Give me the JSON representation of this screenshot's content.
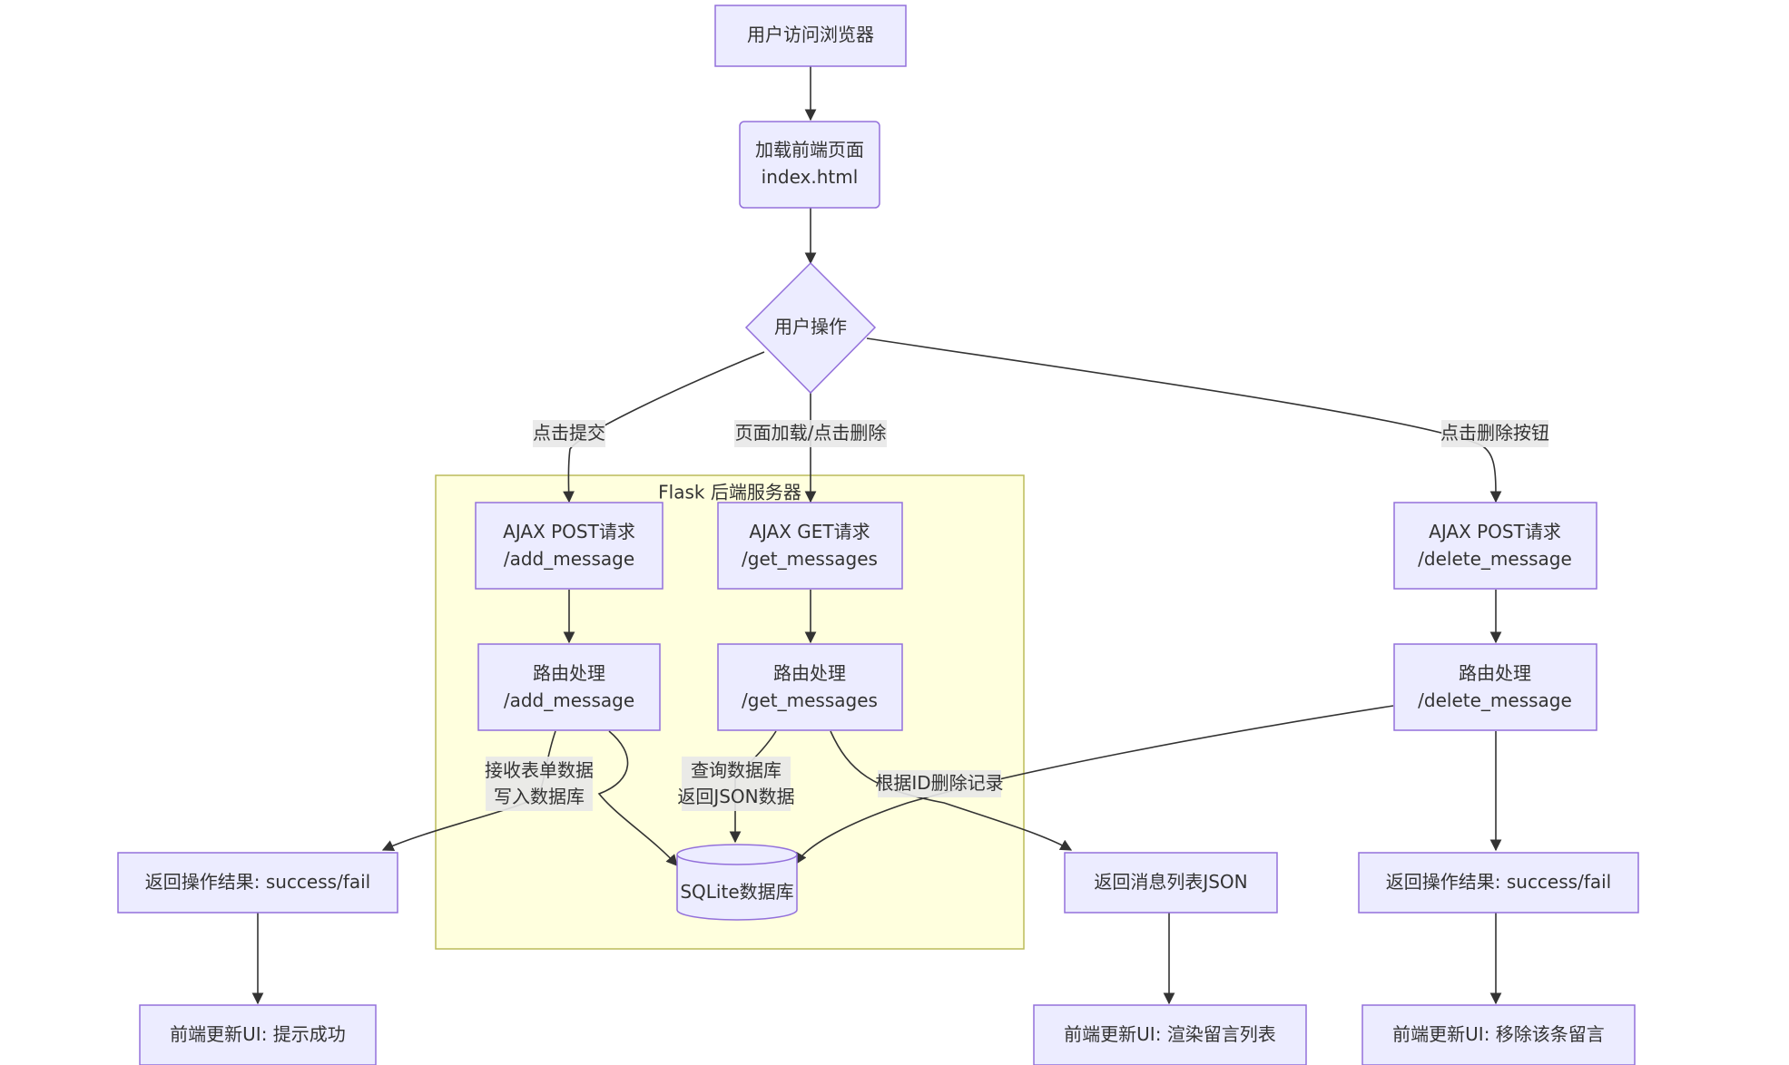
{
  "cluster": {
    "title": "Flask 后端服务器"
  },
  "nodes": {
    "start": {
      "lines": [
        "用户访问浏览器"
      ]
    },
    "load": {
      "lines": [
        "加载前端页面",
        "index.html"
      ]
    },
    "decision": {
      "lines": [
        "用户操作"
      ]
    },
    "post_add": {
      "lines": [
        "AJAX POST请求",
        "/add_message"
      ]
    },
    "get_msgs": {
      "lines": [
        "AJAX GET请求",
        "/get_messages"
      ]
    },
    "post_del": {
      "lines": [
        "AJAX POST请求",
        "/delete_message"
      ]
    },
    "route_add": {
      "lines": [
        "路由处理",
        "/add_message"
      ]
    },
    "route_get": {
      "lines": [
        "路由处理",
        "/get_messages"
      ]
    },
    "route_del": {
      "lines": [
        "路由处理",
        "/delete_message"
      ]
    },
    "db": {
      "lines": [
        "SQLite数据库"
      ]
    },
    "result_left": {
      "lines": [
        "返回操作结果: success/fail"
      ]
    },
    "result_list": {
      "lines": [
        "返回消息列表JSON"
      ]
    },
    "result_right": {
      "lines": [
        "返回操作结果: success/fail"
      ]
    },
    "ui_success": {
      "lines": [
        "前端更新UI: 提示成功"
      ]
    },
    "ui_render": {
      "lines": [
        "前端更新UI: 渲染留言列表"
      ]
    },
    "ui_remove": {
      "lines": [
        "前端更新UI: 移除该条留言"
      ]
    }
  },
  "edge_labels": {
    "click_submit": {
      "lines": [
        "点击提交"
      ]
    },
    "page_load_delete": {
      "lines": [
        "页面加载/点击删除"
      ]
    },
    "click_delete_btn": {
      "lines": [
        "点击删除按钮"
      ]
    },
    "receive_write": {
      "lines": [
        "接收表单数据",
        "写入数据库"
      ]
    },
    "query_return": {
      "lines": [
        "查询数据库",
        "返回JSON数据"
      ]
    },
    "delete_by_id": {
      "lines": [
        "根据ID删除记录"
      ]
    }
  },
  "colors": {
    "node_fill": "#ececff",
    "node_stroke": "#9370db",
    "cluster_fill": "#ffffde",
    "cluster_stroke": "#bcbc5a",
    "edge": "#333333",
    "text": "#333333",
    "label_bg": "#e8e8e8"
  }
}
